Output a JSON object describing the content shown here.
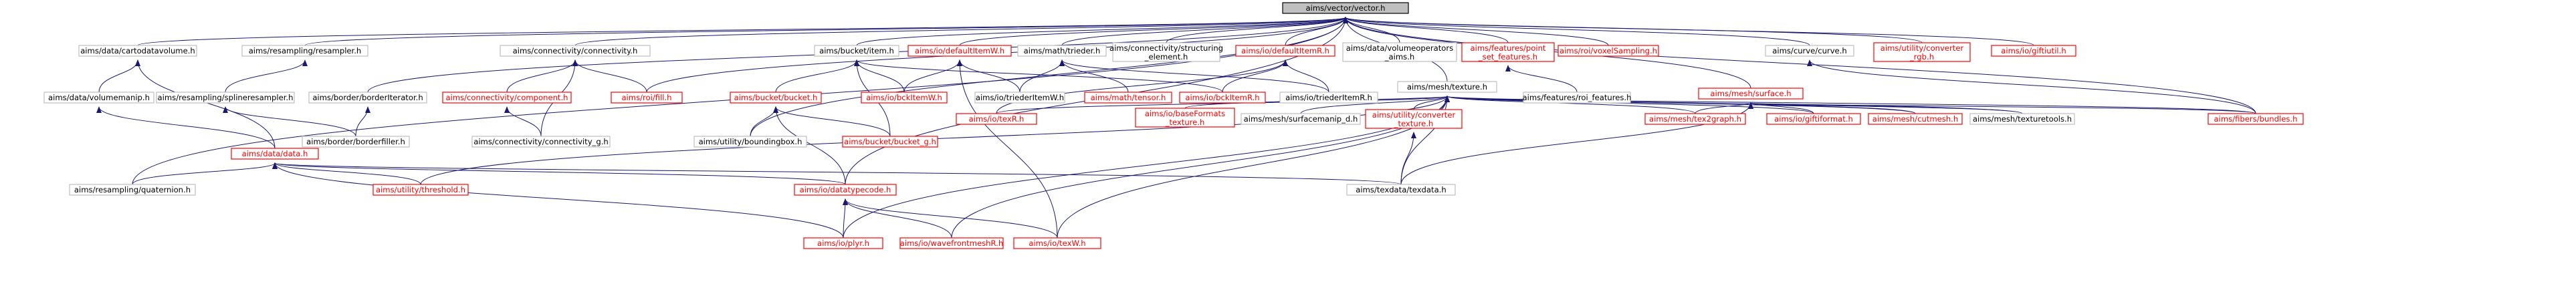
{
  "nodes": [
    {
      "id": "vector",
      "label": [
        "aims/vector/vector.h"
      ],
      "root": true
    },
    {
      "id": "cartodatavolume",
      "label": [
        "aims/data/cartodatavolume.h"
      ]
    },
    {
      "id": "resampler",
      "label": [
        "aims/resampling/resampler.h"
      ]
    },
    {
      "id": "connectivity",
      "label": [
        "aims/connectivity/connectivity.h"
      ]
    },
    {
      "id": "bucketitem",
      "label": [
        "aims/bucket/item.h"
      ]
    },
    {
      "id": "defaultItemW",
      "label": [
        "aims/io/defaultItemW.h"
      ],
      "red": true
    },
    {
      "id": "trieder",
      "label": [
        "aims/math/trieder.h"
      ]
    },
    {
      "id": "structuring",
      "label": [
        "aims/connectivity/structuring",
        "_element.h"
      ]
    },
    {
      "id": "defaultItemR",
      "label": [
        "aims/io/defaultItemR.h"
      ],
      "red": true
    },
    {
      "id": "volumeoperators",
      "label": [
        "aims/data/volumeoperators",
        "_aims.h"
      ]
    },
    {
      "id": "pointsetfeatures",
      "label": [
        "aims/features/point",
        "_set_features.h"
      ],
      "red": true
    },
    {
      "id": "voxelSampling",
      "label": [
        "aims/roi/voxelSampling.h"
      ],
      "red": true
    },
    {
      "id": "curve",
      "label": [
        "aims/curve/curve.h"
      ]
    },
    {
      "id": "converterrgb",
      "label": [
        "aims/utility/converter",
        "_rgb.h"
      ],
      "red": true
    },
    {
      "id": "giftiutil",
      "label": [
        "aims/io/giftiutil.h"
      ],
      "red": true
    },
    {
      "id": "volumemanip",
      "label": [
        "aims/data/volumemanip.h"
      ]
    },
    {
      "id": "splineresampler",
      "label": [
        "aims/resampling/splineresampler.h"
      ]
    },
    {
      "id": "borderiterator",
      "label": [
        "aims/border/borderIterator.h"
      ]
    },
    {
      "id": "component",
      "label": [
        "aims/connectivity/component.h"
      ],
      "red": true
    },
    {
      "id": "roifill",
      "label": [
        "aims/roi/fill.h"
      ],
      "red": true
    },
    {
      "id": "bucketbucket",
      "label": [
        "aims/bucket/bucket.h"
      ],
      "red": true
    },
    {
      "id": "bckItemW",
      "label": [
        "aims/io/bckItemW.h"
      ],
      "red": true
    },
    {
      "id": "triederItemW",
      "label": [
        "aims/io/triederItemW.h"
      ]
    },
    {
      "id": "tensor",
      "label": [
        "aims/math/tensor.h"
      ],
      "red": true
    },
    {
      "id": "bckItemR",
      "label": [
        "aims/io/bckItemR.h"
      ],
      "red": true
    },
    {
      "id": "triederItemR",
      "label": [
        "aims/io/triederItemR.h"
      ]
    },
    {
      "id": "roifeatures",
      "label": [
        "aims/features/roi_features.h"
      ]
    },
    {
      "id": "meshsurface",
      "label": [
        "aims/mesh/surface.h"
      ],
      "red": true
    },
    {
      "id": "meshtexture",
      "label": [
        "aims/mesh/texture.h"
      ]
    },
    {
      "id": "borderfiller",
      "label": [
        "aims/border/borderfiller.h"
      ]
    },
    {
      "id": "connectivityg",
      "label": [
        "aims/connectivity/connectivity_g.h"
      ]
    },
    {
      "id": "boundingbox",
      "label": [
        "aims/utility/boundingbox.h"
      ]
    },
    {
      "id": "bucketg",
      "label": [
        "aims/bucket/bucket_g.h"
      ],
      "red": true
    },
    {
      "id": "texR",
      "label": [
        "aims/io/texR.h"
      ],
      "red": true
    },
    {
      "id": "baseFormats",
      "label": [
        "aims/io/baseFormats",
        "_texture.h"
      ],
      "red": true
    },
    {
      "id": "surfacemanip",
      "label": [
        "aims/mesh/surfacemanip_d.h"
      ]
    },
    {
      "id": "convertertexture",
      "label": [
        "aims/utility/converter",
        "_texture.h"
      ],
      "red": true
    },
    {
      "id": "tex2graph",
      "label": [
        "aims/mesh/tex2graph.h"
      ],
      "red": true
    },
    {
      "id": "giftiformat",
      "label": [
        "aims/io/giftiformat.h"
      ],
      "red": true
    },
    {
      "id": "cutmesh",
      "label": [
        "aims/mesh/cutmesh.h"
      ],
      "red": true
    },
    {
      "id": "texturetools",
      "label": [
        "aims/mesh/texturetools.h"
      ]
    },
    {
      "id": "bundles",
      "label": [
        "aims/fibers/bundles.h"
      ],
      "red": true
    },
    {
      "id": "datadata",
      "label": [
        "aims/data/data.h"
      ],
      "red": true
    },
    {
      "id": "quaternion",
      "label": [
        "aims/resampling/quaternion.h"
      ]
    },
    {
      "id": "threshold",
      "label": [
        "aims/utility/threshold.h"
      ],
      "red": true
    },
    {
      "id": "datatypecode",
      "label": [
        "aims/io/datatypecode.h"
      ],
      "red": true
    },
    {
      "id": "texdata",
      "label": [
        "aims/texdata/texdata.h"
      ]
    },
    {
      "id": "plyr",
      "label": [
        "aims/io/plyr.h"
      ],
      "red": true
    },
    {
      "id": "wavefront",
      "label": [
        "aims/io/wavefrontmeshR.h"
      ],
      "red": true
    },
    {
      "id": "texW",
      "label": [
        "aims/io/texW.h"
      ],
      "red": true
    }
  ],
  "edges": [
    [
      "vector",
      "cartodatavolume"
    ],
    [
      "vector",
      "resampler"
    ],
    [
      "vector",
      "connectivity"
    ],
    [
      "vector",
      "bucketitem"
    ],
    [
      "vector",
      "defaultItemW"
    ],
    [
      "vector",
      "trieder"
    ],
    [
      "vector",
      "structuring"
    ],
    [
      "vector",
      "defaultItemR"
    ],
    [
      "vector",
      "volumeoperators"
    ],
    [
      "vector",
      "pointsetfeatures"
    ],
    [
      "vector",
      "voxelSampling"
    ],
    [
      "vector",
      "curve"
    ],
    [
      "vector",
      "converterrgb"
    ],
    [
      "vector",
      "giftiutil"
    ],
    [
      "vector",
      "borderiterator"
    ],
    [
      "vector",
      "roifill"
    ],
    [
      "vector",
      "meshsurface"
    ],
    [
      "vector",
      "meshtexture"
    ],
    [
      "vector",
      "boundingbox"
    ],
    [
      "vector",
      "quaternion"
    ],
    [
      "vector",
      "datatypecode"
    ],
    [
      "vector",
      "bundles"
    ],
    [
      "cartodatavolume",
      "volumemanip"
    ],
    [
      "cartodatavolume",
      "datadata"
    ],
    [
      "resampler",
      "splineresampler"
    ],
    [
      "splineresampler",
      "borderfiller"
    ],
    [
      "connectivity",
      "component"
    ],
    [
      "connectivity",
      "roifill"
    ],
    [
      "connectivity",
      "connectivityg"
    ],
    [
      "component",
      "connectivityg"
    ],
    [
      "bucketitem",
      "bucketbucket"
    ],
    [
      "bucketitem",
      "bckItemW"
    ],
    [
      "bucketitem",
      "bucketg"
    ],
    [
      "bucketitem",
      "bckItemR"
    ],
    [
      "defaultItemW",
      "bckItemW"
    ],
    [
      "defaultItemW",
      "triederItemW"
    ],
    [
      "defaultItemW",
      "texW"
    ],
    [
      "trieder",
      "triederItemW"
    ],
    [
      "trieder",
      "tensor"
    ],
    [
      "trieder",
      "triederItemR"
    ],
    [
      "defaultItemR",
      "bckItemR"
    ],
    [
      "defaultItemR",
      "triederItemR"
    ],
    [
      "defaultItemR",
      "texR"
    ],
    [
      "pointsetfeatures",
      "roifeatures"
    ],
    [
      "curve",
      "bundles"
    ],
    [
      "volumemanip",
      "datadata"
    ],
    [
      "borderiterator",
      "borderfiller"
    ],
    [
      "bucketbucket",
      "boundingbox"
    ],
    [
      "bucketbucket",
      "bucketg"
    ],
    [
      "bucketbucket",
      "datatypecode"
    ],
    [
      "meshsurface",
      "tex2graph"
    ],
    [
      "meshsurface",
      "giftiformat"
    ],
    [
      "meshsurface",
      "cutmesh"
    ],
    [
      "meshsurface",
      "texturetools"
    ],
    [
      "meshsurface",
      "bundles"
    ],
    [
      "meshsurface",
      "texdata"
    ],
    [
      "meshtexture",
      "texR"
    ],
    [
      "meshtexture",
      "baseFormats"
    ],
    [
      "meshtexture",
      "surfacemanip"
    ],
    [
      "meshtexture",
      "convertertexture"
    ],
    [
      "meshtexture",
      "tex2graph"
    ],
    [
      "meshtexture",
      "giftiformat"
    ],
    [
      "meshtexture",
      "cutmesh"
    ],
    [
      "meshtexture",
      "texturetools"
    ],
    [
      "meshtexture",
      "bundles"
    ],
    [
      "meshtexture",
      "texdata"
    ],
    [
      "meshtexture",
      "threshold"
    ],
    [
      "meshtexture",
      "plyr"
    ],
    [
      "meshtexture",
      "wavefront"
    ],
    [
      "meshtexture",
      "texW"
    ],
    [
      "convertertexture",
      "texdata"
    ],
    [
      "datadata",
      "quaternion"
    ],
    [
      "datadata",
      "threshold"
    ],
    [
      "datadata",
      "datatypecode"
    ],
    [
      "datadata",
      "texdata"
    ],
    [
      "datadata",
      "plyr"
    ],
    [
      "datatypecode",
      "plyr"
    ],
    [
      "datatypecode",
      "wavefront"
    ],
    [
      "datatypecode",
      "texW"
    ]
  ]
}
